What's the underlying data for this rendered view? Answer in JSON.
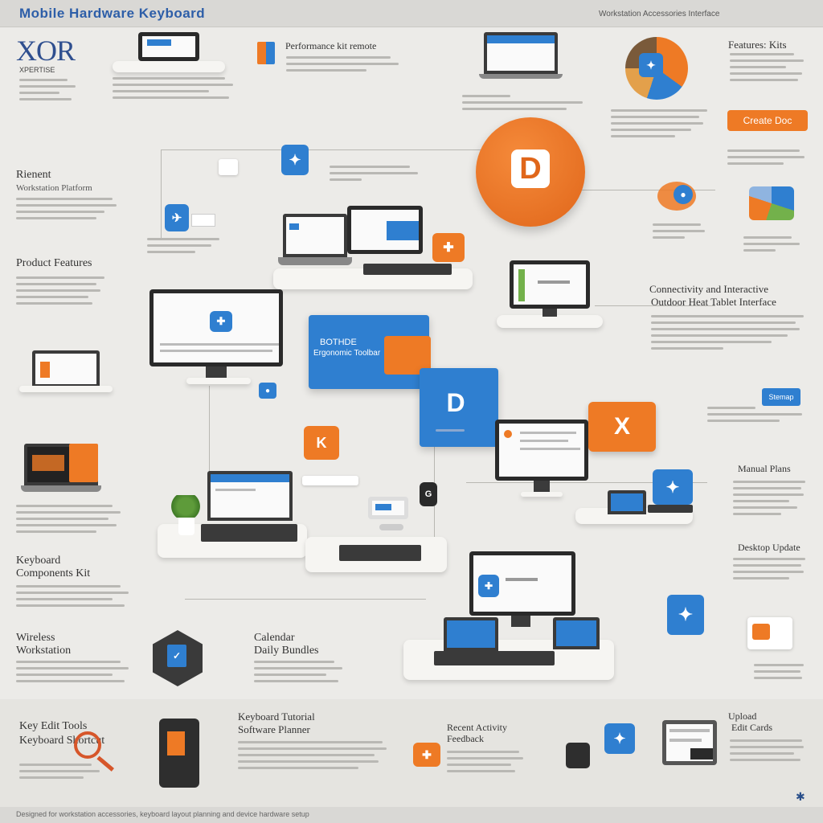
{
  "header": {
    "title": "Mobile Hardware Keyboard",
    "subtitle": "Workstation Accessories Interface"
  },
  "logo": {
    "mark": "XOR",
    "label": "XPERTISE"
  },
  "badges": {
    "orange_big": "D",
    "blue_panel_top": "BOTHDE",
    "blue_panel_sub": "Ergonomic Toolbar",
    "blue_tile_mid": "D",
    "orange_tile_x": "X",
    "orange_tile_small": "K",
    "dark_tile": "G",
    "cta_button": "Create Doc",
    "small_blue_button": "Stemap"
  },
  "sections": {
    "performance": "Performance kit remote",
    "features_right": "Features: Kits",
    "client": {
      "title": "Rienent",
      "sub": "Workstation Platform"
    },
    "product_features": "Product Features",
    "connectivity": {
      "title": "Connectivity and Interactive",
      "sub": "Outdoor Heat Tablet Interface"
    },
    "manual_plans": "Manual Plans",
    "desktop_update": "Desktop Update",
    "keyboard": {
      "title": "Keyboard",
      "sub": "Components Kit"
    },
    "wireless": {
      "title": "Wireless",
      "sub": "Workstation"
    },
    "calendar": {
      "title": "Calendar",
      "sub": "Daily Bundles"
    },
    "keyboard_tutorial": {
      "title": "Keyboard Tutorial",
      "sub": "Software Planner"
    },
    "feedback": {
      "title": "Recent Activity",
      "sub": "Feedback"
    },
    "key_edit": {
      "title": "Key Edit Tools",
      "sub": "Keyboard Shortcut"
    },
    "upload": {
      "title": "Upload",
      "sub": "Edit Cards"
    }
  },
  "footer": {
    "text": "Designed for workstation accessories, keyboard layout planning and device hardware setup"
  },
  "colors": {
    "blue": "#2f7fd0",
    "orange": "#ee7a25",
    "dark": "#2a2a2a"
  }
}
